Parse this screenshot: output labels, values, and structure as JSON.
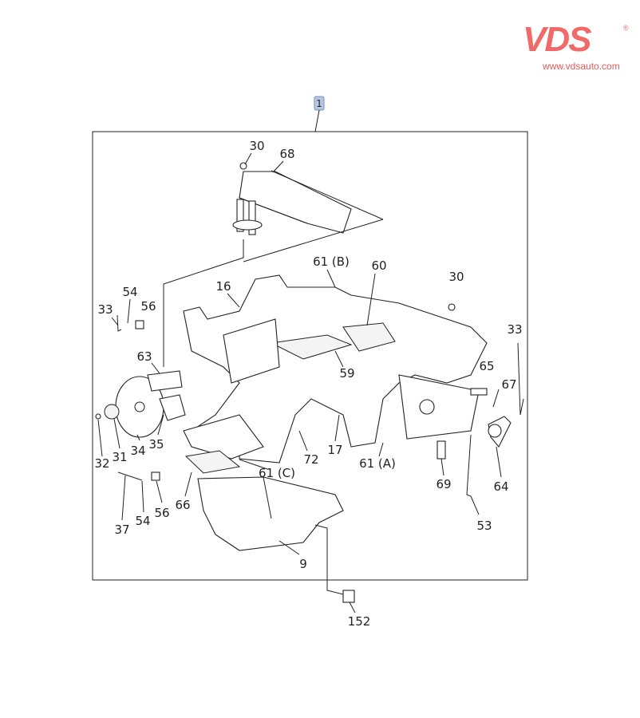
{
  "logo": {
    "brand": "VDS",
    "registered": "®",
    "url": "www.vdsauto.com",
    "color": "#f06a6a"
  },
  "diagram": {
    "assembly_label": "1",
    "highlight_color": "#b8c6e6",
    "callouts": [
      "30",
      "68",
      "61 (B)",
      "60",
      "30",
      "16",
      "54",
      "56",
      "33",
      "33",
      "63",
      "65",
      "59",
      "67",
      "35",
      "34",
      "31",
      "32",
      "72",
      "17",
      "61 (C)",
      "61 (A)",
      "69",
      "64",
      "66",
      "54",
      "56",
      "37",
      "53",
      "9",
      "152"
    ]
  }
}
